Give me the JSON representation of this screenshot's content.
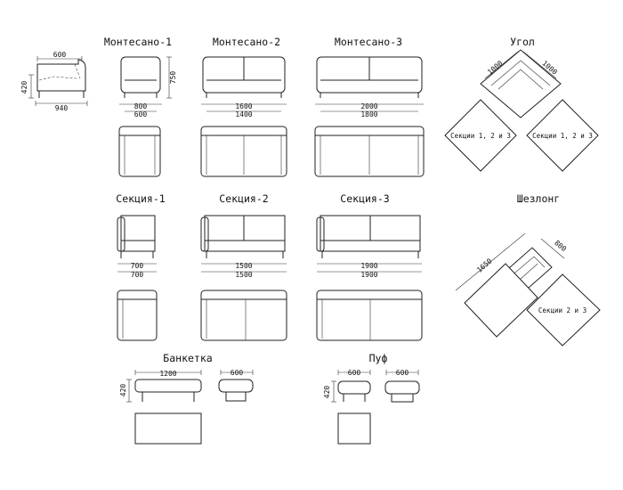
{
  "titles": {
    "montesano1": "Монтесано-1",
    "montesano2": "Монтесано-2",
    "montesano3": "Монтесано-3",
    "corner": "Угол",
    "section1": "Секция-1",
    "section2": "Секция-2",
    "section3": "Секция-3",
    "chaise": "Шезлонг",
    "banquette": "Банкетка",
    "pouf": "Пуф"
  },
  "dims": {
    "side_depth": "600",
    "side_height": "420",
    "side_width": "940",
    "side_total_height": "750",
    "m1_outer": "800",
    "m1_inner": "600",
    "m2_outer": "1600",
    "m2_inner": "1400",
    "m3_outer": "2000",
    "m3_inner": "1800",
    "corner_left": "1000",
    "corner_right": "1000",
    "s1_a": "700",
    "s1_b": "700",
    "s2_a": "1500",
    "s2_b": "1500",
    "s3_a": "1900",
    "s3_b": "1900",
    "chaise_long": "1650",
    "chaise_short": "800",
    "banq_width": "1200",
    "banq_height": "420",
    "banq_side": "600",
    "pouf_width": "600",
    "pouf_side": "600",
    "pouf_height": "420"
  },
  "notes": {
    "corner_left": "Секции 1, 2 и 3",
    "corner_right": "Секции 1, 2 и 3",
    "chaise": "Секции 2 и 3"
  }
}
